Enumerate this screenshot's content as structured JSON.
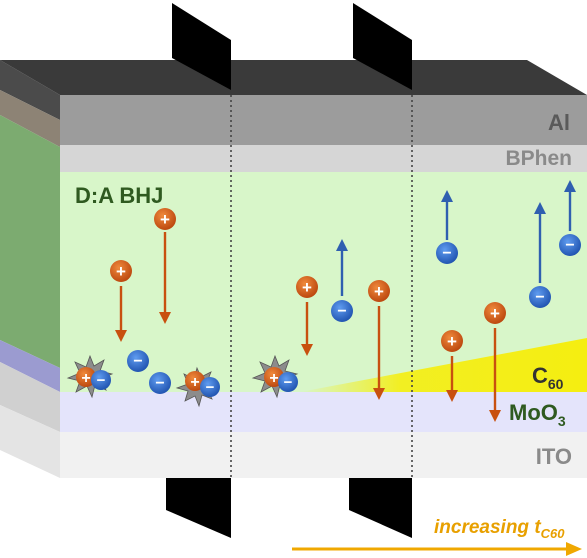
{
  "layers": {
    "al": "Al",
    "bphen": "BPhen",
    "bhj": "D:A BHJ",
    "c60": "C",
    "c60_sub": "60",
    "moo3": "MoO",
    "moo3_sub": "3",
    "ito": "ITO"
  },
  "footer": {
    "arrow_label": "increasing t",
    "arrow_sub": "C60"
  },
  "charges": {
    "plus": "+",
    "minus": "−"
  },
  "colors": {
    "al": "#9c9c9c",
    "bphen": "#d6d6d6",
    "bhj": "#d8f6c9",
    "c60": "#f5ee10",
    "moo3": "#e4e4fb",
    "ito": "#f1f1f1",
    "hole": "#d35c14",
    "electron": "#2e6ed3",
    "accent_arrow": "#f0a800"
  }
}
